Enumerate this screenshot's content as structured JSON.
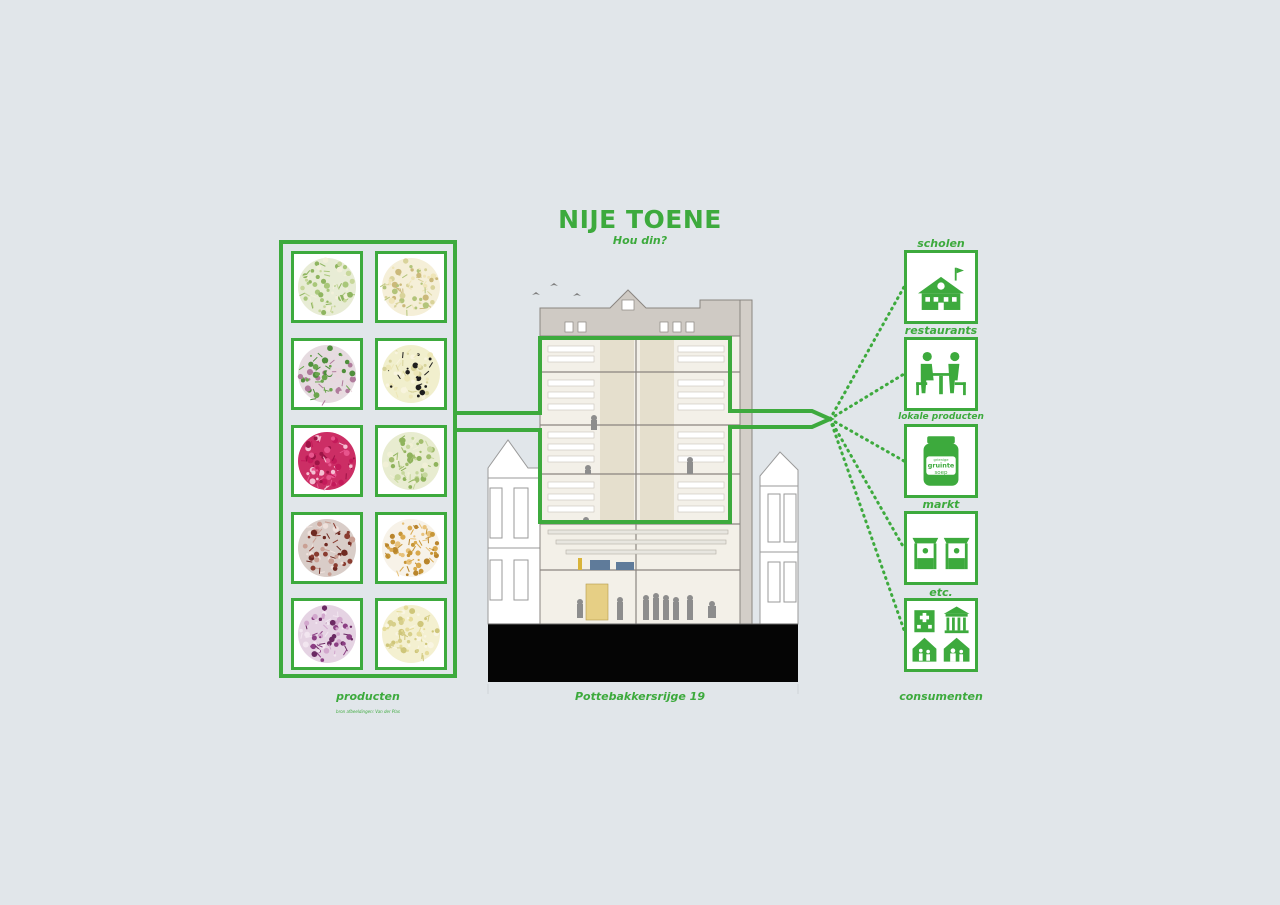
{
  "header": {
    "title": "NIJE TOENE",
    "subtitle": "Hou din?"
  },
  "left": {
    "label": "producten",
    "credit": "bron afbeeldingen: Van der Plas",
    "tiles": [
      {
        "name": "sprout-tile-1",
        "base": "#e8ecd5",
        "seeds": [
          "#a9c77a",
          "#8fb560",
          "#f2f0da",
          "#c7d79a"
        ]
      },
      {
        "name": "sprout-tile-2",
        "base": "#f5efd8",
        "seeds": [
          "#d9d39a",
          "#efe5b8",
          "#cbb97a",
          "#b3c47a"
        ]
      },
      {
        "name": "sprout-tile-3",
        "base": "#e6dbe0",
        "seeds": [
          "#4f8f3c",
          "#b07b9c",
          "#e9d8de",
          "#6aa54c"
        ]
      },
      {
        "name": "sprout-tile-4",
        "base": "#f1efcd",
        "seeds": [
          "#1e1e1e",
          "#ede7b7",
          "#d7d39a",
          "#f8f4de"
        ]
      },
      {
        "name": "sprout-tile-5",
        "base": "#cc2e65",
        "seeds": [
          "#e8558d",
          "#9d1446",
          "#f5c0d3",
          "#c41a5a"
        ]
      },
      {
        "name": "sprout-tile-6",
        "base": "#e8ecd0",
        "seeds": [
          "#8fb35c",
          "#c6d79c",
          "#f1f0d6",
          "#a2bd6e"
        ]
      },
      {
        "name": "sprout-tile-7",
        "base": "#d9cdc8",
        "seeds": [
          "#8a3c30",
          "#efe1dc",
          "#6e2a22",
          "#c99f93"
        ]
      },
      {
        "name": "sprout-tile-8",
        "base": "#f7f2e8",
        "seeds": [
          "#d9a94e",
          "#c79637",
          "#e8c27b",
          "#b9852c"
        ]
      },
      {
        "name": "sprout-tile-9",
        "base": "#e5d3e3",
        "seeds": [
          "#8c3f84",
          "#d2a7cd",
          "#6b2a63",
          "#f2e6f0"
        ]
      },
      {
        "name": "sprout-tile-10",
        "base": "#f4f0d0",
        "seeds": [
          "#e6dc9a",
          "#cfc67a",
          "#f9f5e2",
          "#d7cf8a"
        ]
      }
    ]
  },
  "center": {
    "label": "Pottebakkersrijge 19"
  },
  "right": {
    "bottom_label": "consumenten",
    "items": [
      {
        "label": "scholen",
        "icon": "school-icon"
      },
      {
        "label": "restaurants",
        "icon": "restaurant-icon"
      },
      {
        "label": "lokale producten",
        "icon": "jar-icon",
        "jar_line1": "grienige",
        "jar_line2": "gruinte",
        "jar_line3": "soep"
      },
      {
        "label": "markt",
        "icon": "market-icon"
      },
      {
        "label": "etc.",
        "icon": "institutions-icon"
      }
    ]
  },
  "colors": {
    "accent": "#3daa3d",
    "background": "#e1e6ea"
  }
}
